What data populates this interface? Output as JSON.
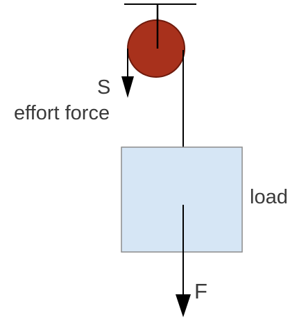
{
  "labels": {
    "effort_symbol": "S",
    "effort_text": "effort force",
    "load_text": "load",
    "load_symbol": "F"
  },
  "colors": {
    "pulley_fill": "#a8311c",
    "pulley_stroke": "#6e1a0c",
    "load_fill": "#d6e6f5",
    "load_stroke": "#8c8c8c",
    "line": "#000000",
    "text": "#3a3a3a"
  }
}
